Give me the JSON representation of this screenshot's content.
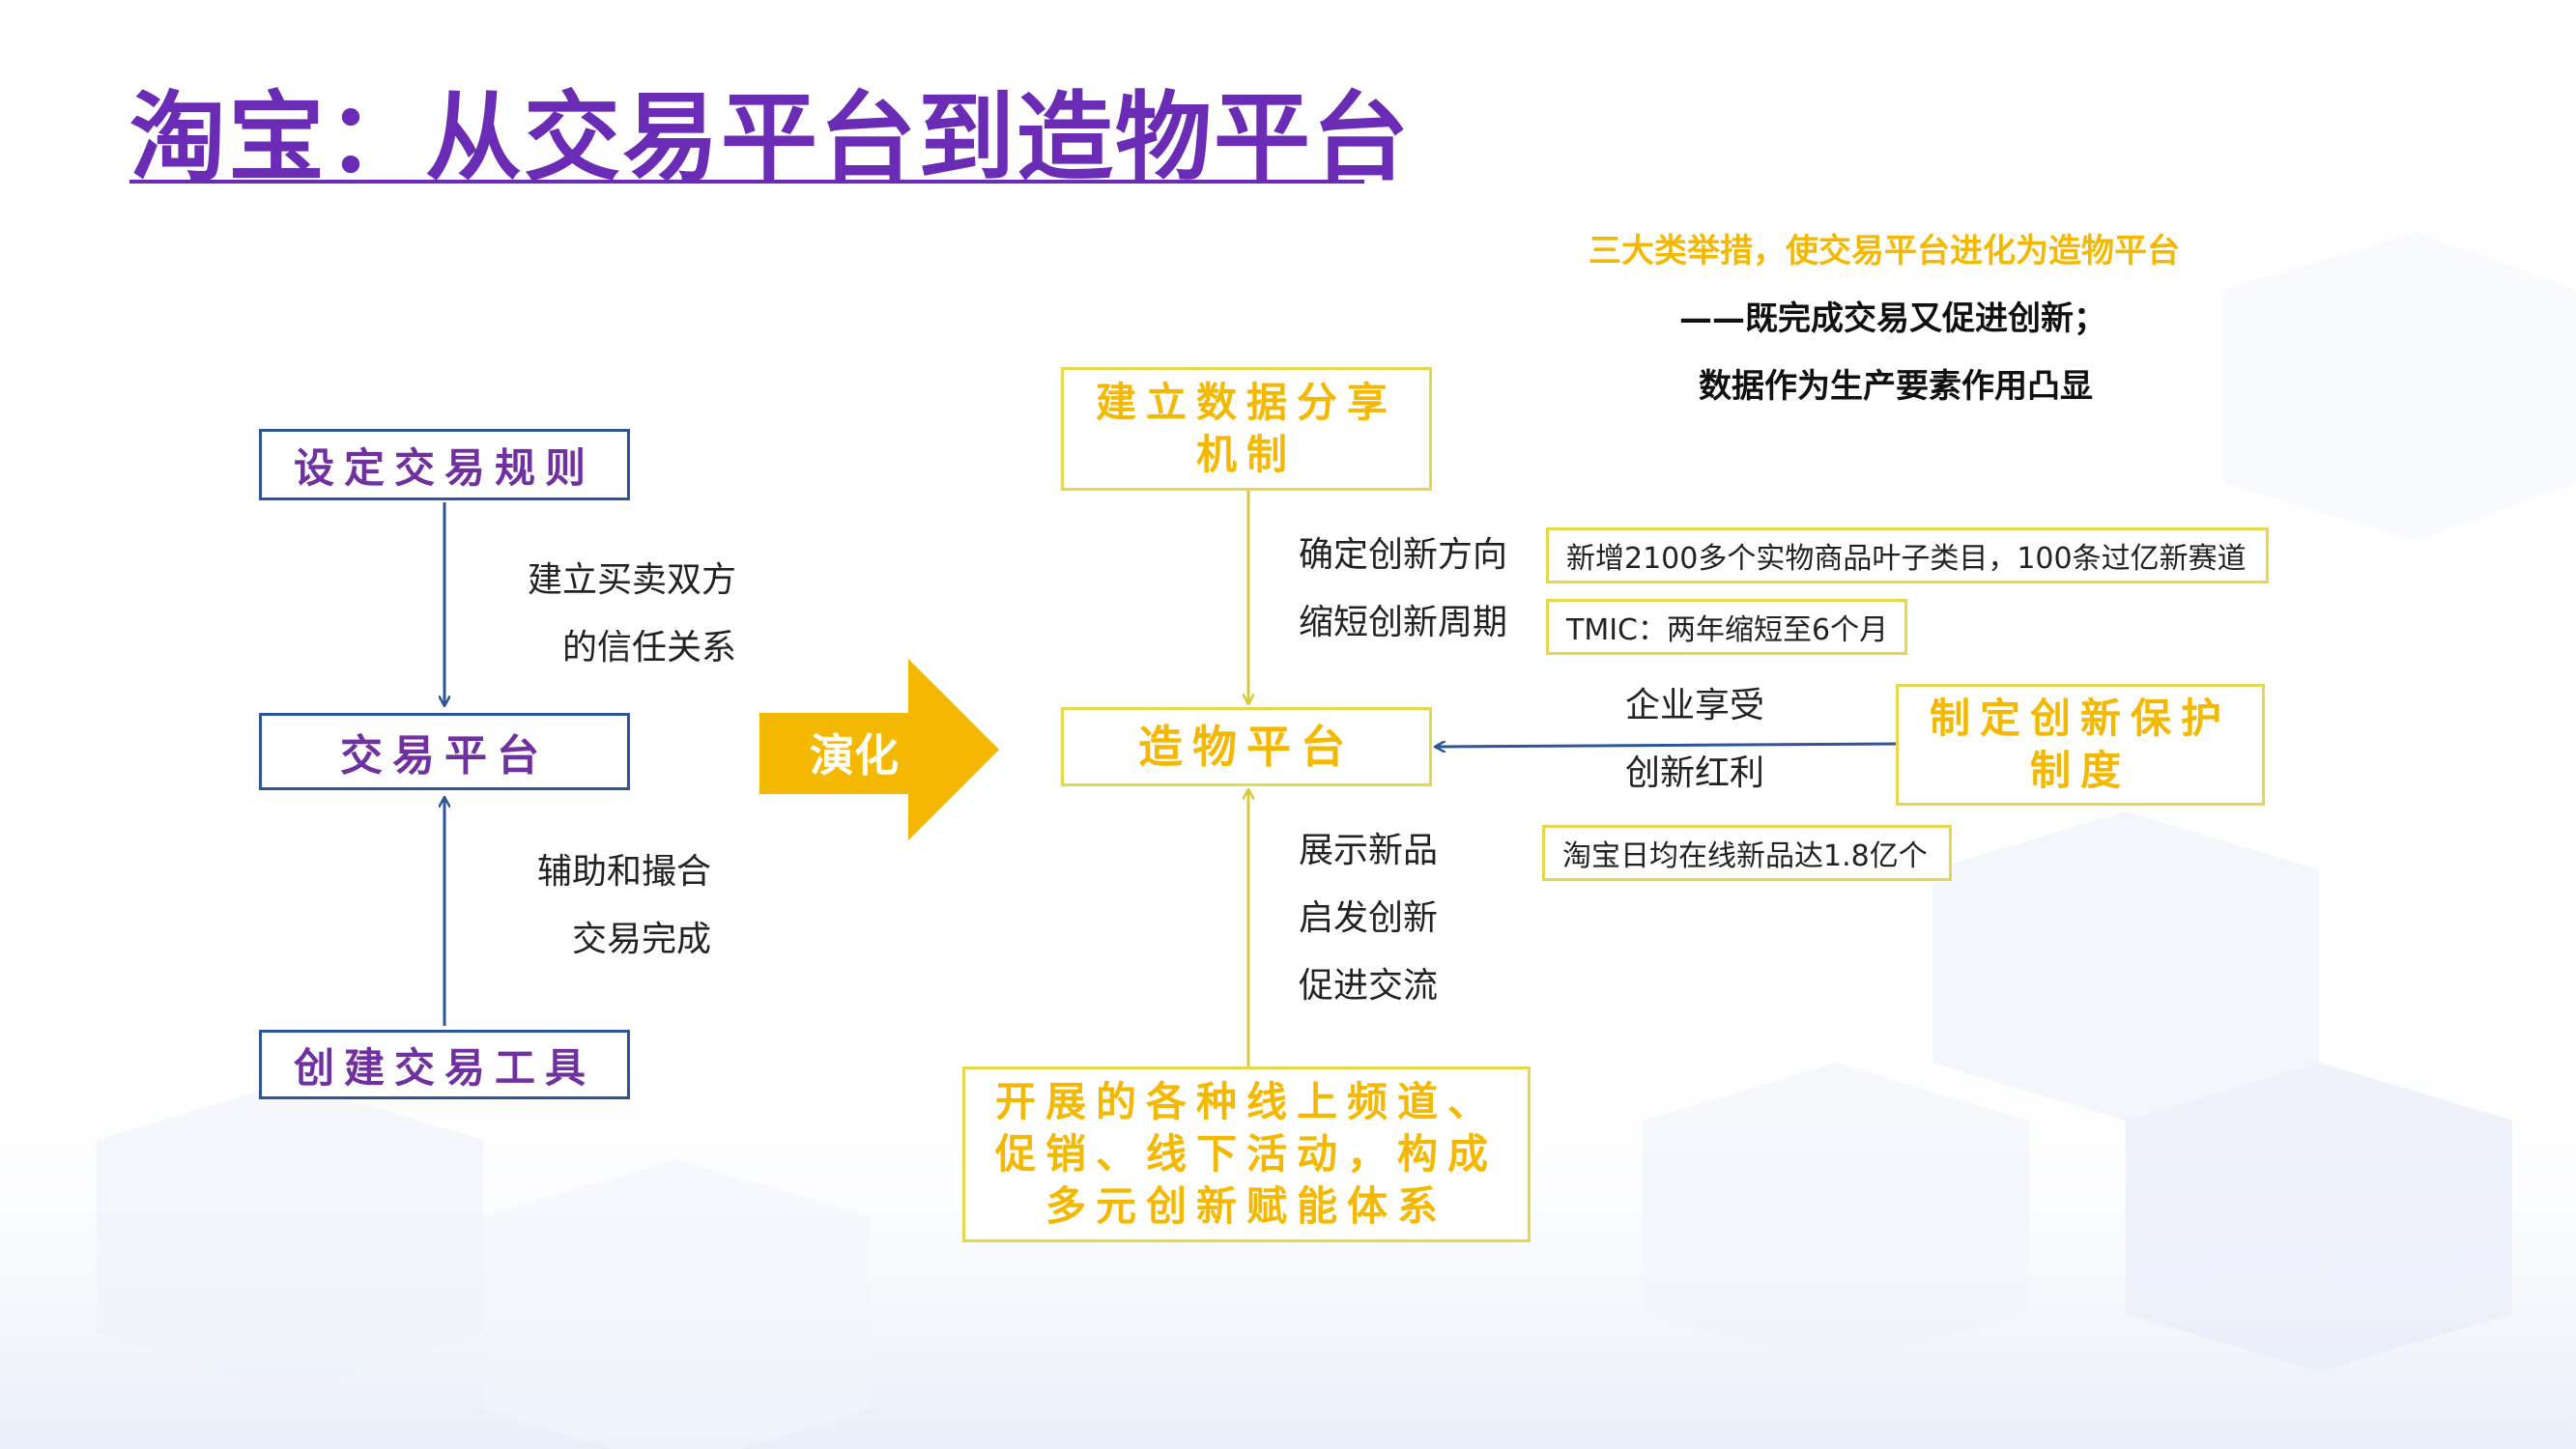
{
  "title": "淘宝：从交易平台到造物平台",
  "left": {
    "box_top": "设定交易规则",
    "box_middle": "交易平台",
    "box_bottom": "创建交易工具",
    "label_upper": [
      "建立买卖双方",
      "的信任关系"
    ],
    "label_lower": [
      "辅助和撮合",
      "交易完成"
    ]
  },
  "evolve": "演化",
  "right": {
    "box_top": [
      "建立数据分享",
      "机制"
    ],
    "box_center": "造物平台",
    "box_bottom": [
      "开展的各种线上频道、",
      "促销、线下活动，构成",
      "多元创新赋能体系"
    ],
    "box_right": [
      "制定创新保护",
      "制度"
    ],
    "top_labels": [
      "确定创新方向",
      "缩短创新周期"
    ],
    "top_details": [
      "新增2100多个实物商品叶子类目，100条过亿新赛道",
      "TMIC：两年缩短至6个月"
    ],
    "right_labels": [
      "企业享受",
      "创新红利"
    ],
    "bottom_labels": [
      "展示新品",
      "启发创新",
      "促进交流"
    ],
    "bottom_detail": "淘宝日均在线新品达1.8亿个"
  },
  "notes": [
    "三大类举措，使交易平台进化为造物平台",
    "——既完成交易又促进创新；",
    "数据作为生产要素作用凸显"
  ],
  "colors": {
    "purple": "#7030a0",
    "blue_border": "#2e5597",
    "yellow": "#f5b800",
    "yellow_border": "#e6d84c"
  }
}
